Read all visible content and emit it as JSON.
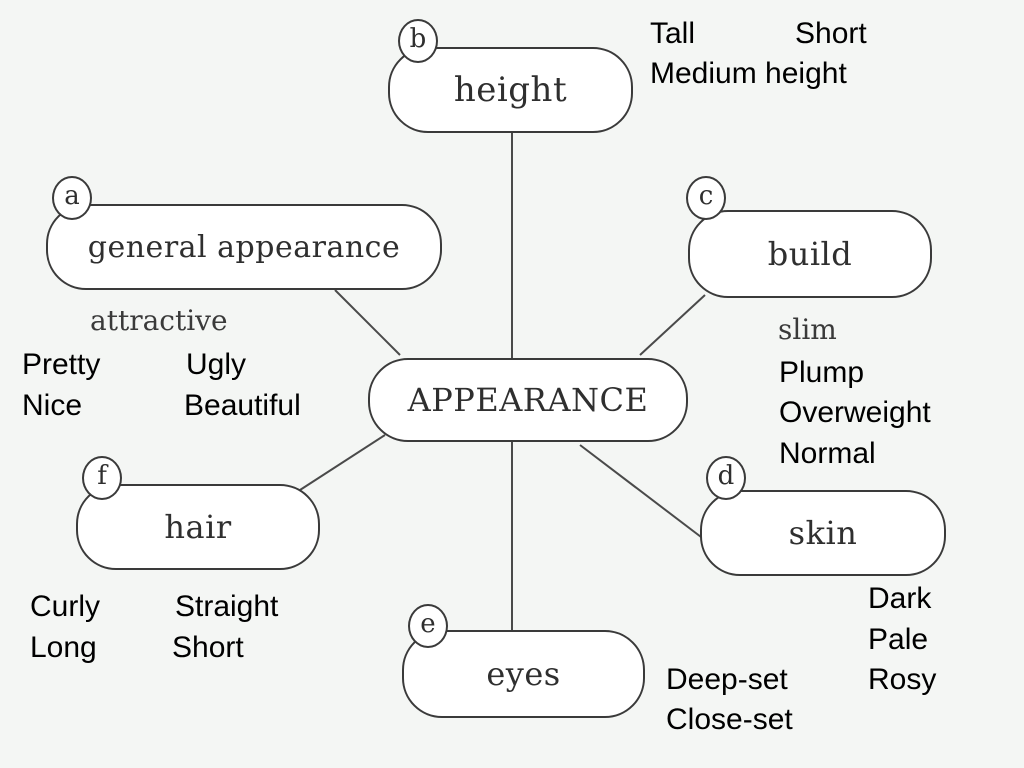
{
  "center": {
    "label": "APPEARANCE"
  },
  "categories": {
    "a": {
      "letter": "a",
      "label": "general appearance",
      "example": "attractive"
    },
    "b": {
      "letter": "b",
      "label": "height"
    },
    "c": {
      "letter": "c",
      "label": "build",
      "example": "slim"
    },
    "d": {
      "letter": "d",
      "label": "skin"
    },
    "e": {
      "letter": "e",
      "label": "eyes"
    },
    "f": {
      "letter": "f",
      "label": "hair"
    }
  },
  "words": {
    "height": [
      "Tall",
      "Short",
      "Medium height"
    ],
    "general_appearance": [
      "Pretty",
      "Ugly",
      "Nice",
      "Beautiful"
    ],
    "build": [
      "Plump",
      "Overweight",
      "Normal"
    ],
    "hair": [
      "Curly",
      "Straight",
      "Long",
      "Short"
    ],
    "skin": [
      "Dark",
      "Pale",
      "Rosy"
    ],
    "eyes": [
      "Deep-set",
      "Close-set"
    ]
  },
  "colors": {
    "stroke": "#3a3a3a",
    "background": "#f4f6f4",
    "box_fill": "#ffffff"
  }
}
